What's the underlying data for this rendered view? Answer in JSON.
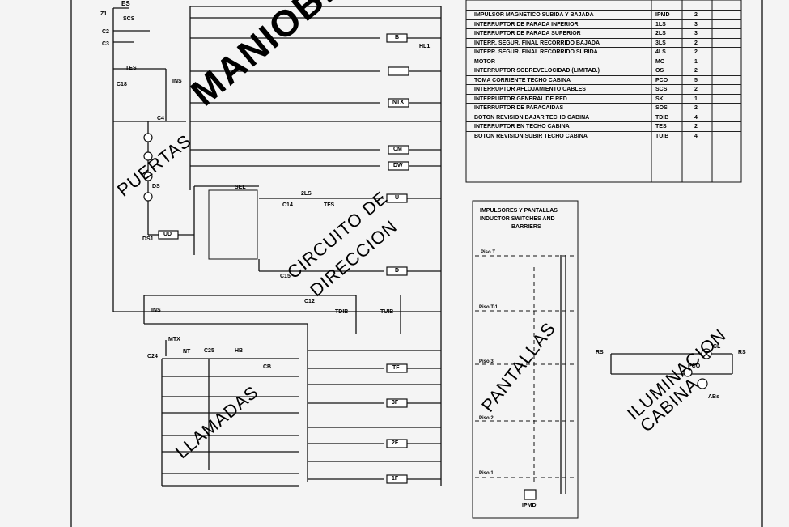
{
  "section_titles": {
    "maniobra": "MANIOBRA",
    "puertas": "PUERTAS",
    "circuito_1": "CIRCUITO DE",
    "circuito_2": "DIRECCION",
    "llamadas": "LLAMADAS",
    "pantallas": "PANTALLAS",
    "iluminacion_1": "ILUMINACION",
    "iluminacion_2": "CABINA"
  },
  "components_table": [
    {
      "description": "IMPULSOR MAGNETICO SUBIDA Y BAJADA",
      "code": "IPMD",
      "qty": "2"
    },
    {
      "description": "INTERRUPTOR DE PARADA INFERIOR",
      "code": "1LS",
      "qty": "3"
    },
    {
      "description": "INTERRUPTOR DE PARADA SUPERIOR",
      "code": "2LS",
      "qty": "3"
    },
    {
      "description": "INTERR. SEGUR. FINAL RECORRIDO BAJADA",
      "code": "3LS",
      "qty": "2"
    },
    {
      "description": "INTERR. SEGUR. FINAL RECORRIDO SUBIDA",
      "code": "4LS",
      "qty": "2"
    },
    {
      "description": "MOTOR",
      "code": "MO",
      "qty": "1"
    },
    {
      "description": "INTERRUPTOR SOBREVELOCIDAD (LIMITAD.)",
      "code": "OS",
      "qty": "2"
    },
    {
      "description": "TOMA CORRIENTE TECHO CABINA",
      "code": "PCO",
      "qty": "5"
    },
    {
      "description": "INTERRUPTOR AFLOJAMIENTO CABLES",
      "code": "SCS",
      "qty": "2"
    },
    {
      "description": "INTERRUPTOR GENERAL DE RED",
      "code": "SK",
      "qty": "1"
    },
    {
      "description": "INTERRUPTOR DE PARACAIDAS",
      "code": "SOS",
      "qty": "2"
    },
    {
      "description": "BOTON REVISION BAJAR TECHO CABINA",
      "code": "TDIB",
      "qty": "4"
    },
    {
      "description": "INTERRUPTOR EN TECHO CABINA",
      "code": "TES",
      "qty": "2"
    },
    {
      "description": "BOTON REVISION SUBIR TECHO CABINA",
      "code": "TUIB",
      "qty": "4"
    }
  ],
  "impulsores_box": {
    "title_1": "IMPULSORES Y PANTALLAS",
    "title_2": "INDUCTOR SWITCHES AND",
    "title_3": "BARRIERS",
    "floors": [
      "Piso T",
      "Piso T-1",
      "Piso 3",
      "Piso 2",
      "Piso 1"
    ],
    "bottom_label": "IPMD"
  },
  "labels": {
    "es": "ES",
    "z1": "Z1",
    "scs": "SCS",
    "c2": "C2",
    "c3": "C3",
    "tes": "TES",
    "c18": "C18",
    "ins_top": "INS",
    "c4": "C4",
    "ds": "DS",
    "ds1": "DS1",
    "ud": "UD",
    "tf": "TF",
    "sel": "SEL",
    "ls2": "2LS",
    "tfs": "TFS",
    "u": "U",
    "c14": "C14",
    "c15": "C15",
    "d": "D",
    "c12": "C12",
    "ins_mid": "INS",
    "tdib": "TDIB",
    "tuib": "TUIB",
    "mtx": "MTX",
    "nt": "NT",
    "c25": "C25",
    "hb": "HB",
    "c24": "C24",
    "cb": "CB",
    "f3": "3F",
    "f2": "2F",
    "f1": "1F",
    "b": "B",
    "hl1": "HL1",
    "ntx": "NTX",
    "cm": "CM",
    "dw": "DW",
    "rs": "RS",
    "cl": "CL",
    "pco": "PCO",
    "abs": "ABs"
  }
}
